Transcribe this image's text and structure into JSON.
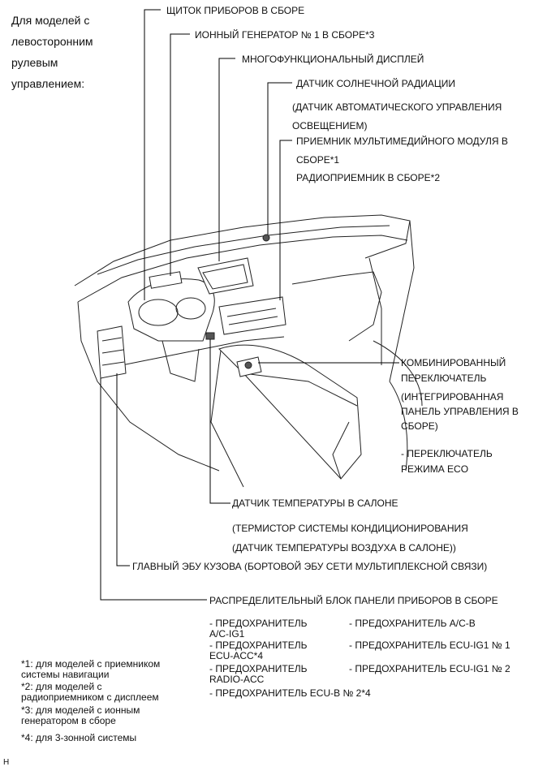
{
  "side_note": [
    "Для моделей с",
    "левосторонним",
    "рулевым",
    "управлением:"
  ],
  "labels": {
    "instrument_cluster": "ЩИТОК ПРИБОРОВ В СБОРЕ",
    "ion_generator": "ИОННЫЙ ГЕНЕРАТОР № 1 В СБОРЕ*3",
    "multi_display": "МНОГОФУНКЦИОНАЛЬНЫЙ ДИСПЛЕЙ",
    "solar_sensor": "ДАТЧИК СОЛНЕЧНОЙ РАДИАЦИИ",
    "solar_sensor_note1": "(ДАТЧИК АВТОМАТИЧЕСКОГО УПРАВЛЕНИЯ",
    "solar_sensor_note2": "ОСВЕЩЕНИЕМ)",
    "receiver1": "ПРИЕМНИК МУЛЬТИМЕДИЙНОГО МОДУЛЯ В",
    "receiver2": "СБОРЕ*1",
    "receiver3": "РАДИОПРИЕМНИК В СБОРЕ*2",
    "combo_switch1": "КОМБИНИРОВАННЫЙ",
    "combo_switch2": "ПЕРЕКЛЮЧАТЕЛЬ",
    "combo_note1": "(ИНТЕГРИРОВАННАЯ",
    "combo_note2": "ПАНЕЛЬ УПРАВЛЕНИЯ В",
    "combo_note3": "СБОРЕ)",
    "eco1": "- ПЕРЕКЛЮЧАТЕЛЬ",
    "eco2": "РЕЖИМА ECO",
    "cabin_temp": "ДАТЧИК ТЕМПЕРАТУРЫ В САЛОНЕ",
    "cabin_temp_note1": "(ТЕРМИСТОР СИСТЕМЫ КОНДИЦИОНИРОВАНИЯ",
    "cabin_temp_note2": "(ДАТЧИК ТЕМПЕРАТУРЫ ВОЗДУХА В САЛОНЕ))",
    "main_body_ecu": "ГЛАВНЫЙ ЭБУ КУЗОВА (БОРТОВОЙ ЭБУ СЕТИ МУЛЬТИПЛЕКСНОЙ СВЯЗИ)",
    "junction_block": "РАСПРЕДЕЛИТЕЛЬНЫЙ БЛОК ПАНЕЛИ ПРИБОРОВ В СБОРЕ"
  },
  "fuses": {
    "f1a": "- ПРЕДОХРАНИТЕЛЬ",
    "f1b": "A/C-IG1",
    "f2a": "- ПРЕДОХРАНИТЕЛЬ",
    "f2b": "ECU-ACC*4",
    "f3a": "- ПРЕДОХРАНИТЕЛЬ",
    "f3b": "RADIO-ACC",
    "f4": "- ПРЕДОХРАНИТЕЛЬ ECU-B № 2*4",
    "f5": "- ПРЕДОХРАНИТЕЛЬ A/C-B",
    "f6": "- ПРЕДОХРАНИТЕЛЬ ECU-IG1 № 1",
    "f7": "- ПРЕДОХРАНИТЕЛЬ ECU-IG1 № 2"
  },
  "footnotes": {
    "n1a": "*1: для моделей с приемником",
    "n1b": "системы навигации",
    "n2a": "*2: для моделей с",
    "n2b": "радиоприемником с дисплеем",
    "n3a": "*3: для моделей с ионным",
    "n3b": "генератором в сборе",
    "n4": "*4: для 3-зонной системы"
  },
  "corner_mark": "H"
}
